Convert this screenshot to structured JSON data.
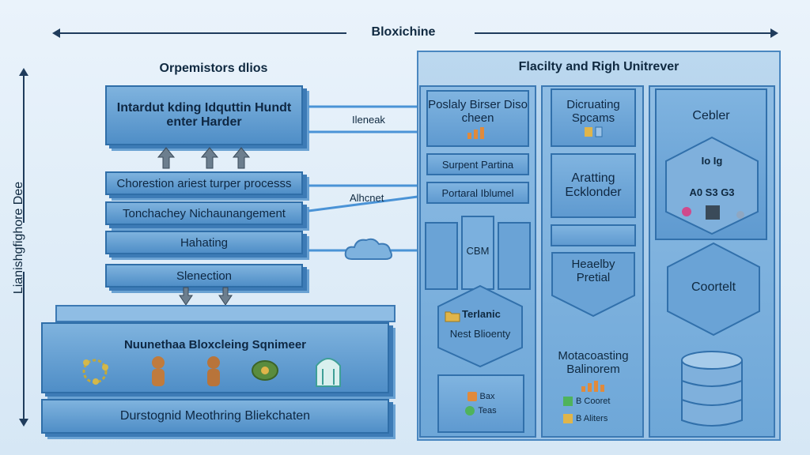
{
  "top_label": "Bloxichine",
  "left_vertical_label": "Lianishgfighore Dee",
  "left_header": "Orpemistors dlios",
  "stack": {
    "top_box": "Intardut kding Idquttin Hundt enter Harder",
    "row1": "Chorestion ariest turper processs",
    "row2": "Tonchachey Nichaunangement",
    "row3": "Hahating",
    "row4": "Slenection",
    "platform_title": "Nuunethaa Bloxcleing Sqnimeer",
    "bottom_box": "Durstognid Meothring Bliekchaten"
  },
  "connectors": {
    "label1": "Ileneak",
    "label2": "Alhcnet"
  },
  "right_panel": {
    "title": "Flacilty and Righ Unitrever",
    "col1": {
      "box1": "Poslaly Birser Diso cheen",
      "box2": "Surpent Partina",
      "box3": "Portaral Iblumel",
      "cylinder": "CBM",
      "hex_title": "Terlanic",
      "hex_sub": "Nest Blioenty",
      "mini1": "Bax",
      "mini2": "Teas"
    },
    "col2": {
      "box1": "Dicruating Spcams",
      "box2": "Aratting Ecklonder",
      "box4": "Heaelby Pretial",
      "footer": "Motacoasting Balinorem",
      "item1": "B Cooret",
      "item2": "B Aliters"
    },
    "col3": {
      "box1": "Cebler",
      "hex_text": "Coortelt",
      "cube_row1": "Io Ig",
      "cube_row2": "A0 S3 G3"
    }
  },
  "colors": {
    "accent": "#4f8ec7",
    "border": "#2f6ea8",
    "connector": "#4a93d6"
  }
}
